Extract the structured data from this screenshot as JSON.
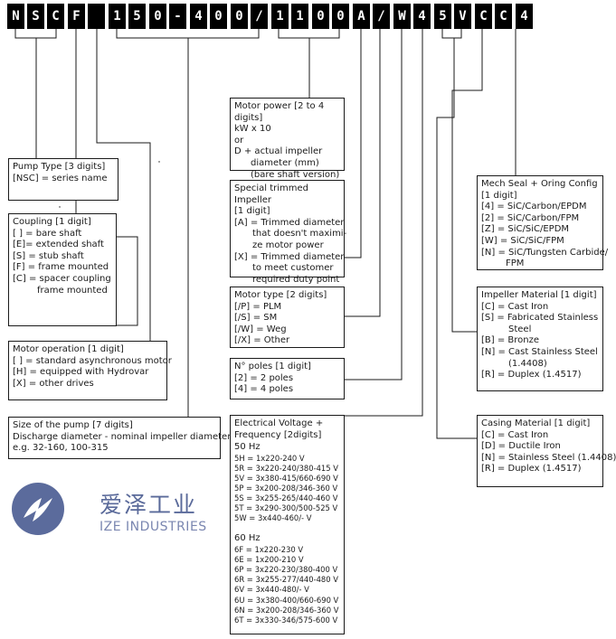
{
  "code": [
    "N",
    "S",
    "C",
    "F",
    "",
    "1",
    "5",
    "0",
    "-",
    "4",
    "0",
    "0",
    "/",
    "1",
    "1",
    "0",
    "0",
    "A",
    "/",
    "W",
    "4",
    "5",
    "V",
    "C",
    "C",
    "4"
  ],
  "pump_type": {
    "title": "Pump Type [3 digits]",
    "lines": [
      "[NSC] = series name"
    ]
  },
  "coupling": {
    "title": "Coupling [1 digit]",
    "lines": [
      "[ ] = bare shaft",
      "[E]= extended shaft",
      "[S] = stub shaft",
      "[F] = frame mounted",
      "[C] = spacer coupling"
    ],
    "cont": "frame mounted"
  },
  "motor_operation": {
    "title": "Motor operation [1 digit]",
    "lines": [
      "[  ]  = standard asynchronous motor",
      "[H] = equipped with Hydrovar",
      "[X]  = other drives"
    ]
  },
  "size": {
    "title": "Size of the pump [7 digits]",
    "lines": [
      "Discharge diameter - nominal impeller diameter",
      "e.g. 32-160, 100-315"
    ]
  },
  "motor_power": {
    "title": "Motor power [2 to 4 digits]",
    "lines": [
      "kW x 10",
      "or",
      "D + actual impeller"
    ],
    "cont": [
      "diameter (mm)",
      "(bare shaft version)"
    ]
  },
  "special_impeller": {
    "title": "Special trimmed Impeller",
    "title2": "[1 digit]",
    "a": [
      "[A] = Trimmed diameter",
      "that doesn't maximi-",
      "ze motor power"
    ],
    "x": [
      "[X] = Trimmed diameter",
      "to meet customer",
      "required duty point"
    ]
  },
  "motor_type": {
    "title": "Motor type [2 digits]",
    "lines": [
      "[/P] = PLM",
      "[/S] = SM",
      "[/W] = Weg",
      "[/X] = Other"
    ]
  },
  "poles": {
    "title": "N° poles [1 digit]",
    "lines": [
      "[2] = 2 poles",
      "[4] = 4 poles"
    ]
  },
  "voltage": {
    "title": "Electrical Voltage +",
    "title2": "Frequency [2digits]",
    "hz50": "50 Hz",
    "list50": [
      "5H = 1x220-240 V",
      "5R = 3x220-240/380-415 V",
      "5V = 3x380-415/660-690 V",
      "5P = 3x200-208/346-360 V",
      "5S = 3x255-265/440-460 V",
      "5T = 3x290-300/500-525 V",
      "5W = 3x440-460/- V"
    ],
    "hz60": "60 Hz",
    "list60": [
      "6F = 1x220-230 V",
      "6E = 1x200-210 V",
      "6P = 3x220-230/380-400 V",
      "6R = 3x255-277/440-480 V",
      "6V = 3x440-480/- V",
      "6U = 3x380-400/660-690 V",
      "6N = 3x200-208/346-360 V",
      "6T = 3x330-346/575-600 V"
    ]
  },
  "mech_seal": {
    "title": "Mech Seal +  Oring Config",
    "title2": "[1 digit]",
    "lines": [
      "[4] = SiC/Carbon/EPDM",
      "[2] = SiC/Carbon/FPM",
      "[Z]  = SiC/SiC/EPDM",
      "[W] = SiC/SiC/FPM",
      "[N] = SiC/Tungsten Carbide/"
    ],
    "cont": "FPM"
  },
  "impeller_material": {
    "title": "Impeller Material [1 digit]",
    "lines": [
      "[C]  = Cast Iron",
      "[S]  = Fabricated Stainless"
    ],
    "cont1": "Steel",
    "lines2": [
      "[B]  = Bronze",
      "[N]  = Cast Stainless Steel"
    ],
    "cont2": "(1.4408)",
    "last": "[R]  = Duplex (1.4517)"
  },
  "casing_material": {
    "title": "Casing Material [1 digit]",
    "lines": [
      "[C] = Cast Iron",
      "[D] = Ductile Iron",
      "[N] = Stainless Steel (1.4408)",
      "[R] = Duplex (1.4517)"
    ]
  },
  "logo": {
    "cn": "爱泽工业",
    "en": "IZE INDUSTRIES",
    "color": "#5b6b9c"
  }
}
